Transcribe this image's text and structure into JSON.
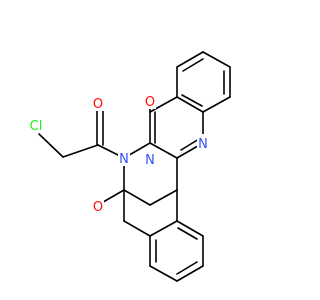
{
  "colors": {
    "background": "#ffffff",
    "bond": "#000000",
    "oxygen": "#ff0d0d",
    "nitrogen": "#3050f8",
    "chlorine": "#1ff01f"
  },
  "atoms": [
    {
      "id": "Cl",
      "label": "Cl",
      "color": "#1ff01f"
    },
    {
      "id": "O_acyl",
      "label": "O",
      "color": "#ff0d0d"
    },
    {
      "id": "O_top",
      "label": "O",
      "color": "#ff0d0d"
    },
    {
      "id": "O_bottom",
      "label": "O",
      "color": "#ff0d0d"
    },
    {
      "id": "N_ring",
      "label": "N",
      "color": "#3050f8"
    },
    {
      "id": "N_acyl",
      "label": "N",
      "color": "#3050f8"
    },
    {
      "id": "N_imine",
      "label": "N",
      "color": "#3050f8"
    }
  ]
}
